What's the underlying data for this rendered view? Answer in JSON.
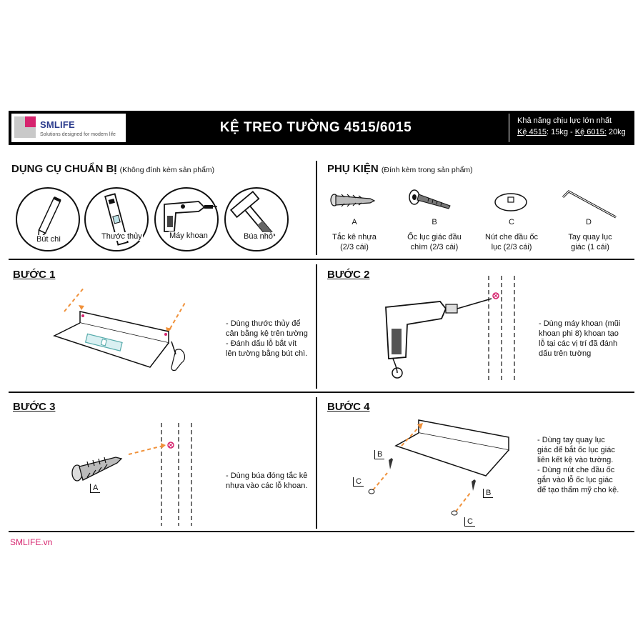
{
  "header": {
    "logo_text": "SMLIFE",
    "logo_tagline": "Solutions designed for modern life",
    "title": "KỆ TREO TƯỜNG 4515/6015",
    "capacity_title": "Khả năng chịu lực lớn nhất",
    "capacity_model_a": "Kệ 4515",
    "capacity_value_a": ": 15kg - ",
    "capacity_model_b": "Kệ 6015:",
    "capacity_value_b": " 20kg"
  },
  "tools": {
    "title": "DỤNG CỤ CHUẨN BỊ",
    "subtitle": "(Không đính kèm sản phẩm)",
    "items": [
      {
        "label": "Bút chì",
        "icon": "pencil-icon"
      },
      {
        "label": "Thước thủy",
        "icon": "spirit-level-icon"
      },
      {
        "label": "Máy khoan",
        "icon": "drill-icon"
      },
      {
        "label": "Búa nhỏ",
        "icon": "hammer-icon"
      }
    ]
  },
  "accessories": {
    "title": "PHỤ KIỆN",
    "subtitle": "(Đính kèm trong sản phẩm)",
    "items": [
      {
        "letter": "A",
        "label_line1": "Tắc kê nhựa",
        "label_line2": "(2/3 cái)",
        "icon": "wall-plug-icon"
      },
      {
        "letter": "B",
        "label_line1": "Ốc lục giác đầu",
        "label_line2": "chìm (2/3 cái)",
        "icon": "hex-screw-icon"
      },
      {
        "letter": "C",
        "label_line1": "Nút che đầu ốc",
        "label_line2": "lục (2/3 cái)",
        "icon": "screw-cap-icon"
      },
      {
        "letter": "D",
        "label_line1": "Tay quay lục",
        "label_line2": "giác (1 cái)",
        "icon": "allen-key-icon"
      }
    ]
  },
  "steps": [
    {
      "title": "BƯỚC 1",
      "lines": [
        "- Dùng thước thủy để",
        "cân bằng kệ trên tường",
        "- Đánh dấu lỗ bắt vít",
        "lên tường bằng bút chì."
      ]
    },
    {
      "title": "BƯỚC 2",
      "lines": [
        "- Dùng máy khoan (mũi",
        "khoan phi 8) khoan tạo",
        "lỗ tại các vị trí đã đánh",
        "dấu trên tường"
      ]
    },
    {
      "title": "BƯỚC 3",
      "lines": [
        "- Dùng búa đóng tắc kê",
        "nhựa vào các lỗ khoan."
      ],
      "part_label": "A"
    },
    {
      "title": "BƯỚC 4",
      "lines": [
        "- Dùng tay quay lục",
        "giác để bắt ốc lục giác",
        "liên kết kệ vào tường.",
        "- Dùng nút che đầu ốc",
        "gắn vào lỗ ốc lục giác",
        "để tạo thẩm mỹ cho kệ."
      ],
      "part_labels": [
        "B",
        "C",
        "B",
        "C"
      ]
    }
  ],
  "footer": {
    "brand": "SMLIFE",
    "domain": ".vn"
  },
  "colors": {
    "accent": "#d6246e",
    "arrow": "#f0913a",
    "header_bg": "#000000"
  }
}
